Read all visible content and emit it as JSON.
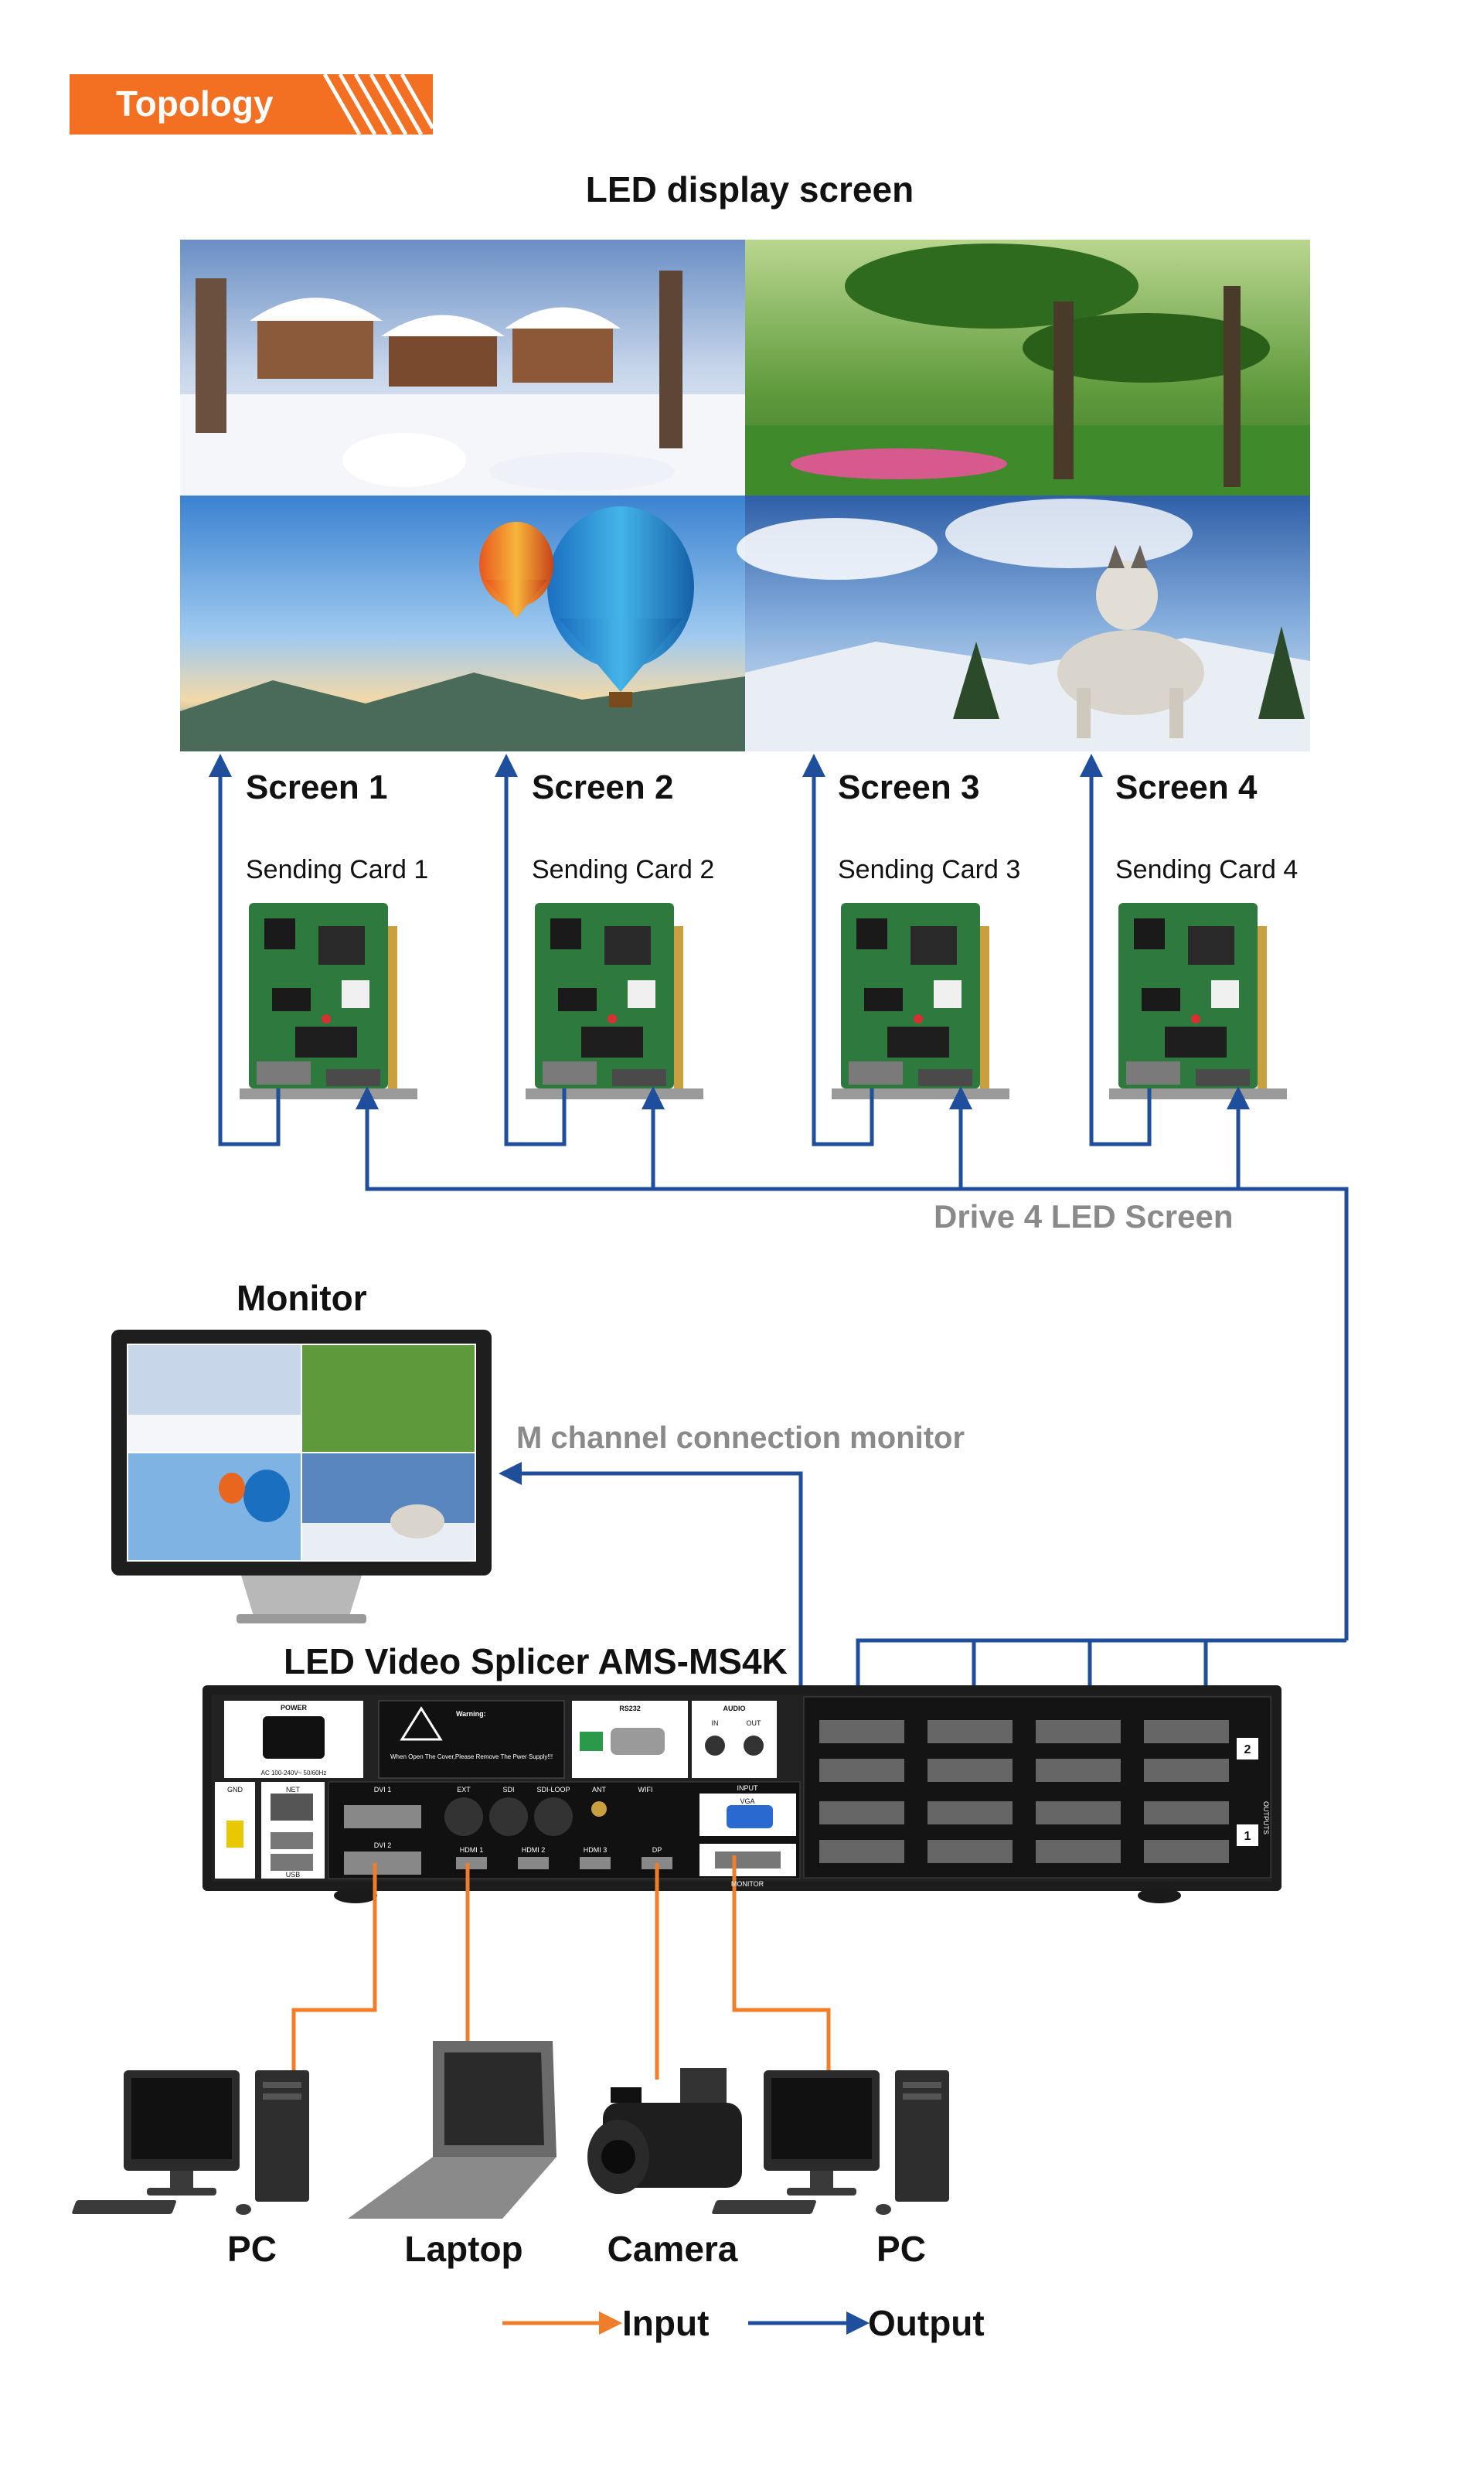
{
  "badge": {
    "label": "Topology"
  },
  "led_display": {
    "title": "LED display screen"
  },
  "screens": [
    {
      "label": "Screen 1",
      "card": "Sending Card 1"
    },
    {
      "label": "Screen 2",
      "card": "Sending Card 2"
    },
    {
      "label": "Screen 3",
      "card": "Sending Card 3"
    },
    {
      "label": "Screen 4",
      "card": "Sending Card 4"
    }
  ],
  "drive_label": "Drive 4 LED Screen",
  "monitor": {
    "title": "Monitor",
    "connection_label": "M channel connection monitor"
  },
  "splicer": {
    "title": "LED Video Splicer AMS-MS4K",
    "panel": {
      "power": "POWER",
      "ac": "AC 100-240V~ 50/60Hz",
      "warning_title": "Warning:",
      "warning_text": "When Open The Cover,Please Remove The Pwer Supply!!!",
      "rs232": "RS232",
      "audio": "AUDIO",
      "audio_in": "IN",
      "audio_out": "OUT",
      "gnd": "GND",
      "net": "NET",
      "usb": "USB",
      "input": "INPUT",
      "vga": "VGA",
      "monitor": "MONITOR",
      "outputs": "OUTPUTS",
      "port_labels": [
        "DVI 1",
        "DVI 2",
        "EXT",
        "SDI",
        "SDI-LOOP",
        "ANT",
        "WIFI",
        "HDMI 1",
        "HDMI 2",
        "HDMI 3",
        "DP"
      ],
      "group_numbers": [
        "2",
        "1"
      ]
    }
  },
  "sources": [
    {
      "label": "PC"
    },
    {
      "label": "Laptop"
    },
    {
      "label": "Camera"
    },
    {
      "label": "PC"
    }
  ],
  "legend": [
    {
      "label": "Input",
      "color": "#f07d2a"
    },
    {
      "label": "Output",
      "color": "#1f4e9c"
    }
  ],
  "colors": {
    "accent": "#f36f21",
    "input_line": "#f07d2a",
    "output_line": "#1f4e9c"
  }
}
